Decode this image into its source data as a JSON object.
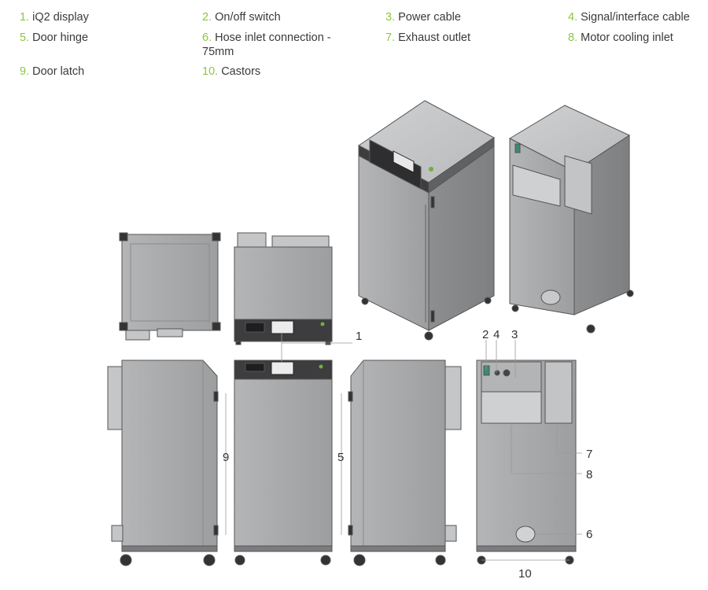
{
  "legend": [
    {
      "num": "1.",
      "label": "iQ2 display"
    },
    {
      "num": "2.",
      "label": "On/off switch"
    },
    {
      "num": "3.",
      "label": "Power cable"
    },
    {
      "num": "4.",
      "label": "Signal/interface cable"
    },
    {
      "num": "5.",
      "label": "Door hinge"
    },
    {
      "num": "6.",
      "label": "Hose inlet connection - 75mm"
    },
    {
      "num": "7.",
      "label": "Exhaust outlet"
    },
    {
      "num": "8.",
      "label": "Motor cooling inlet"
    },
    {
      "num": "9.",
      "label": "Door latch"
    },
    {
      "num": "10.",
      "label": "Castors"
    }
  ],
  "callouts": {
    "c1": "1",
    "c2": "2",
    "c3": "3",
    "c4": "4",
    "c5": "5",
    "c6": "6",
    "c7": "7",
    "c8": "8",
    "c9": "9",
    "c10": "10"
  },
  "colors": {
    "legend_number": "#8dc63f",
    "cabinet_body": "#a7a8aa",
    "cabinet_dark": "#3d3d3f",
    "outline": "#555555"
  }
}
